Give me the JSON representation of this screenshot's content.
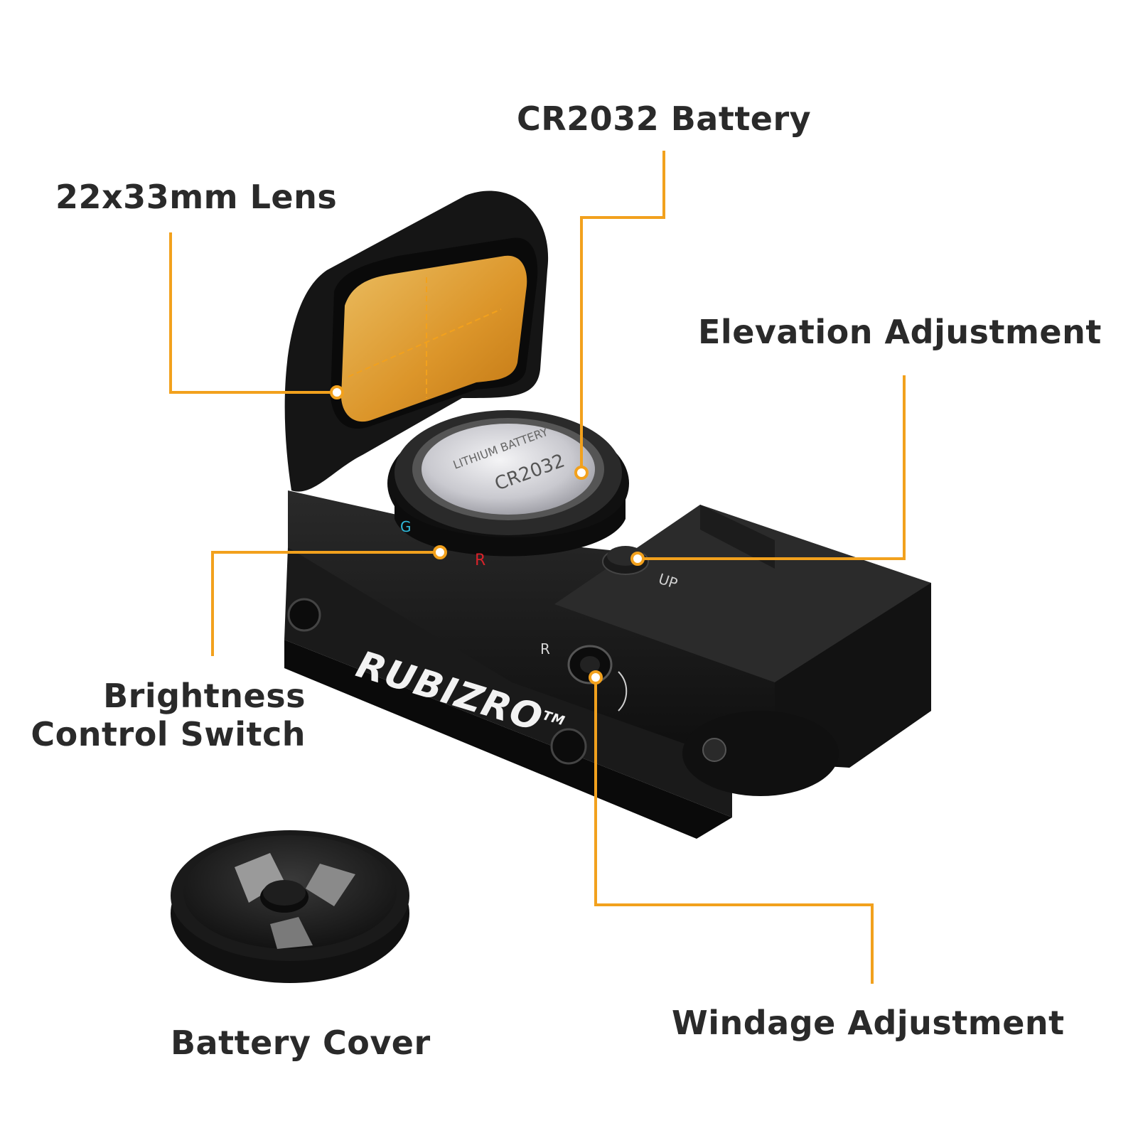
{
  "callouts": {
    "lens": "22x33mm Lens",
    "battery": "CR2032 Battery",
    "elevation": "Elevation Adjustment",
    "brightness_line1": "Brightness",
    "brightness_line2": "Control Switch",
    "windage": "Windage Adjustment",
    "battery_cover": "Battery Cover"
  },
  "product": {
    "brand": "RUBIZRO",
    "trademark": "TM",
    "battery_text": [
      "CR2032",
      "LITHIUM BATTERY"
    ],
    "dial_letters": [
      "G",
      "R"
    ],
    "elevation_mark": "UP",
    "windage_mark": "R"
  },
  "colors": {
    "callout_line": "#f2a11d",
    "label_text": "#2a2a2a",
    "body": "#141414",
    "lens_tint": "#e8a93a"
  }
}
